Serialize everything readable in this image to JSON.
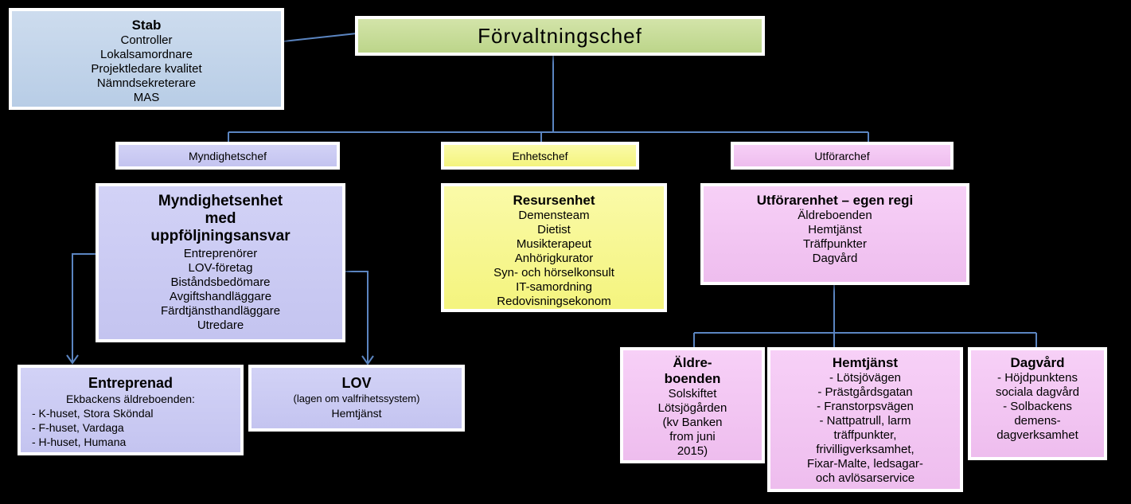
{
  "top": {
    "title": "Förvaltningschef"
  },
  "stab": {
    "title": "Stab",
    "items": [
      "Controller",
      "Lokalsamordnare",
      "Projektledare kvalitet",
      "Nämndsekreterare",
      "MAS"
    ]
  },
  "heads": {
    "myndighet": "Myndighetschef",
    "enhet": "Enhetschef",
    "utforar": "Utförarchef"
  },
  "myndighetsenhet": {
    "title": [
      "Myndighetsenhet",
      "med",
      "uppföljningsansvar"
    ],
    "items": [
      "Entreprenörer",
      "LOV-företag",
      "Biståndsbedömare",
      "Avgiftshandläggare",
      "Färdtjänsthandläggare",
      "Utredare"
    ]
  },
  "resursenhet": {
    "title": "Resursenhet",
    "items": [
      "Demensteam",
      "Dietist",
      "Musikterapeut",
      "Anhörigkurator",
      "Syn- och hörselkonsult",
      "IT-samordning",
      "Redovisningsekonom"
    ]
  },
  "utforarenhet": {
    "title": "Utförarenhet – egen regi",
    "items": [
      "Äldreboenden",
      "Hemtjänst",
      "Träffpunkter",
      "Dagvård"
    ]
  },
  "entreprenad": {
    "title": "Entreprenad",
    "subtitle": "Ekbackens äldreboenden:",
    "items": [
      "- K-huset, Stora Sköndal",
      "- F-huset, Vardaga",
      "- H-huset, Humana"
    ]
  },
  "lov": {
    "title": "LOV",
    "subtitle": "(lagen om valfrihetssystem)",
    "items": [
      "Hemtjänst"
    ]
  },
  "aldreboenden": {
    "title": [
      "Äldre-",
      "boenden"
    ],
    "items": [
      "Solskiftet",
      "Lötsjögården",
      "(kv Banken",
      "from juni",
      "2015)"
    ]
  },
  "hemtjanst": {
    "title": "Hemtjänst",
    "items": [
      "- Lötsjövägen",
      "- Prästgårdsgatan",
      "- Franstorpsvägen",
      "- Nattpatrull, larm",
      "träffpunkter,",
      "frivilligverksamhet,",
      "Fixar-Malte, ledsagar-",
      "och avlösarservice"
    ]
  },
  "dagvard": {
    "title": "Dagvård",
    "items": [
      "- Höjdpunktens",
      "sociala dagvård",
      "- Solbackens",
      "demens-",
      "dagverksamhet"
    ]
  },
  "colors": {
    "connector": "#5b85c1",
    "stab": "#c6d7ec",
    "top": "#c8dd9a",
    "myndighet": "#c8c8f2",
    "resurs": "#f6f68e",
    "utforar": "#f2c4f2"
  }
}
